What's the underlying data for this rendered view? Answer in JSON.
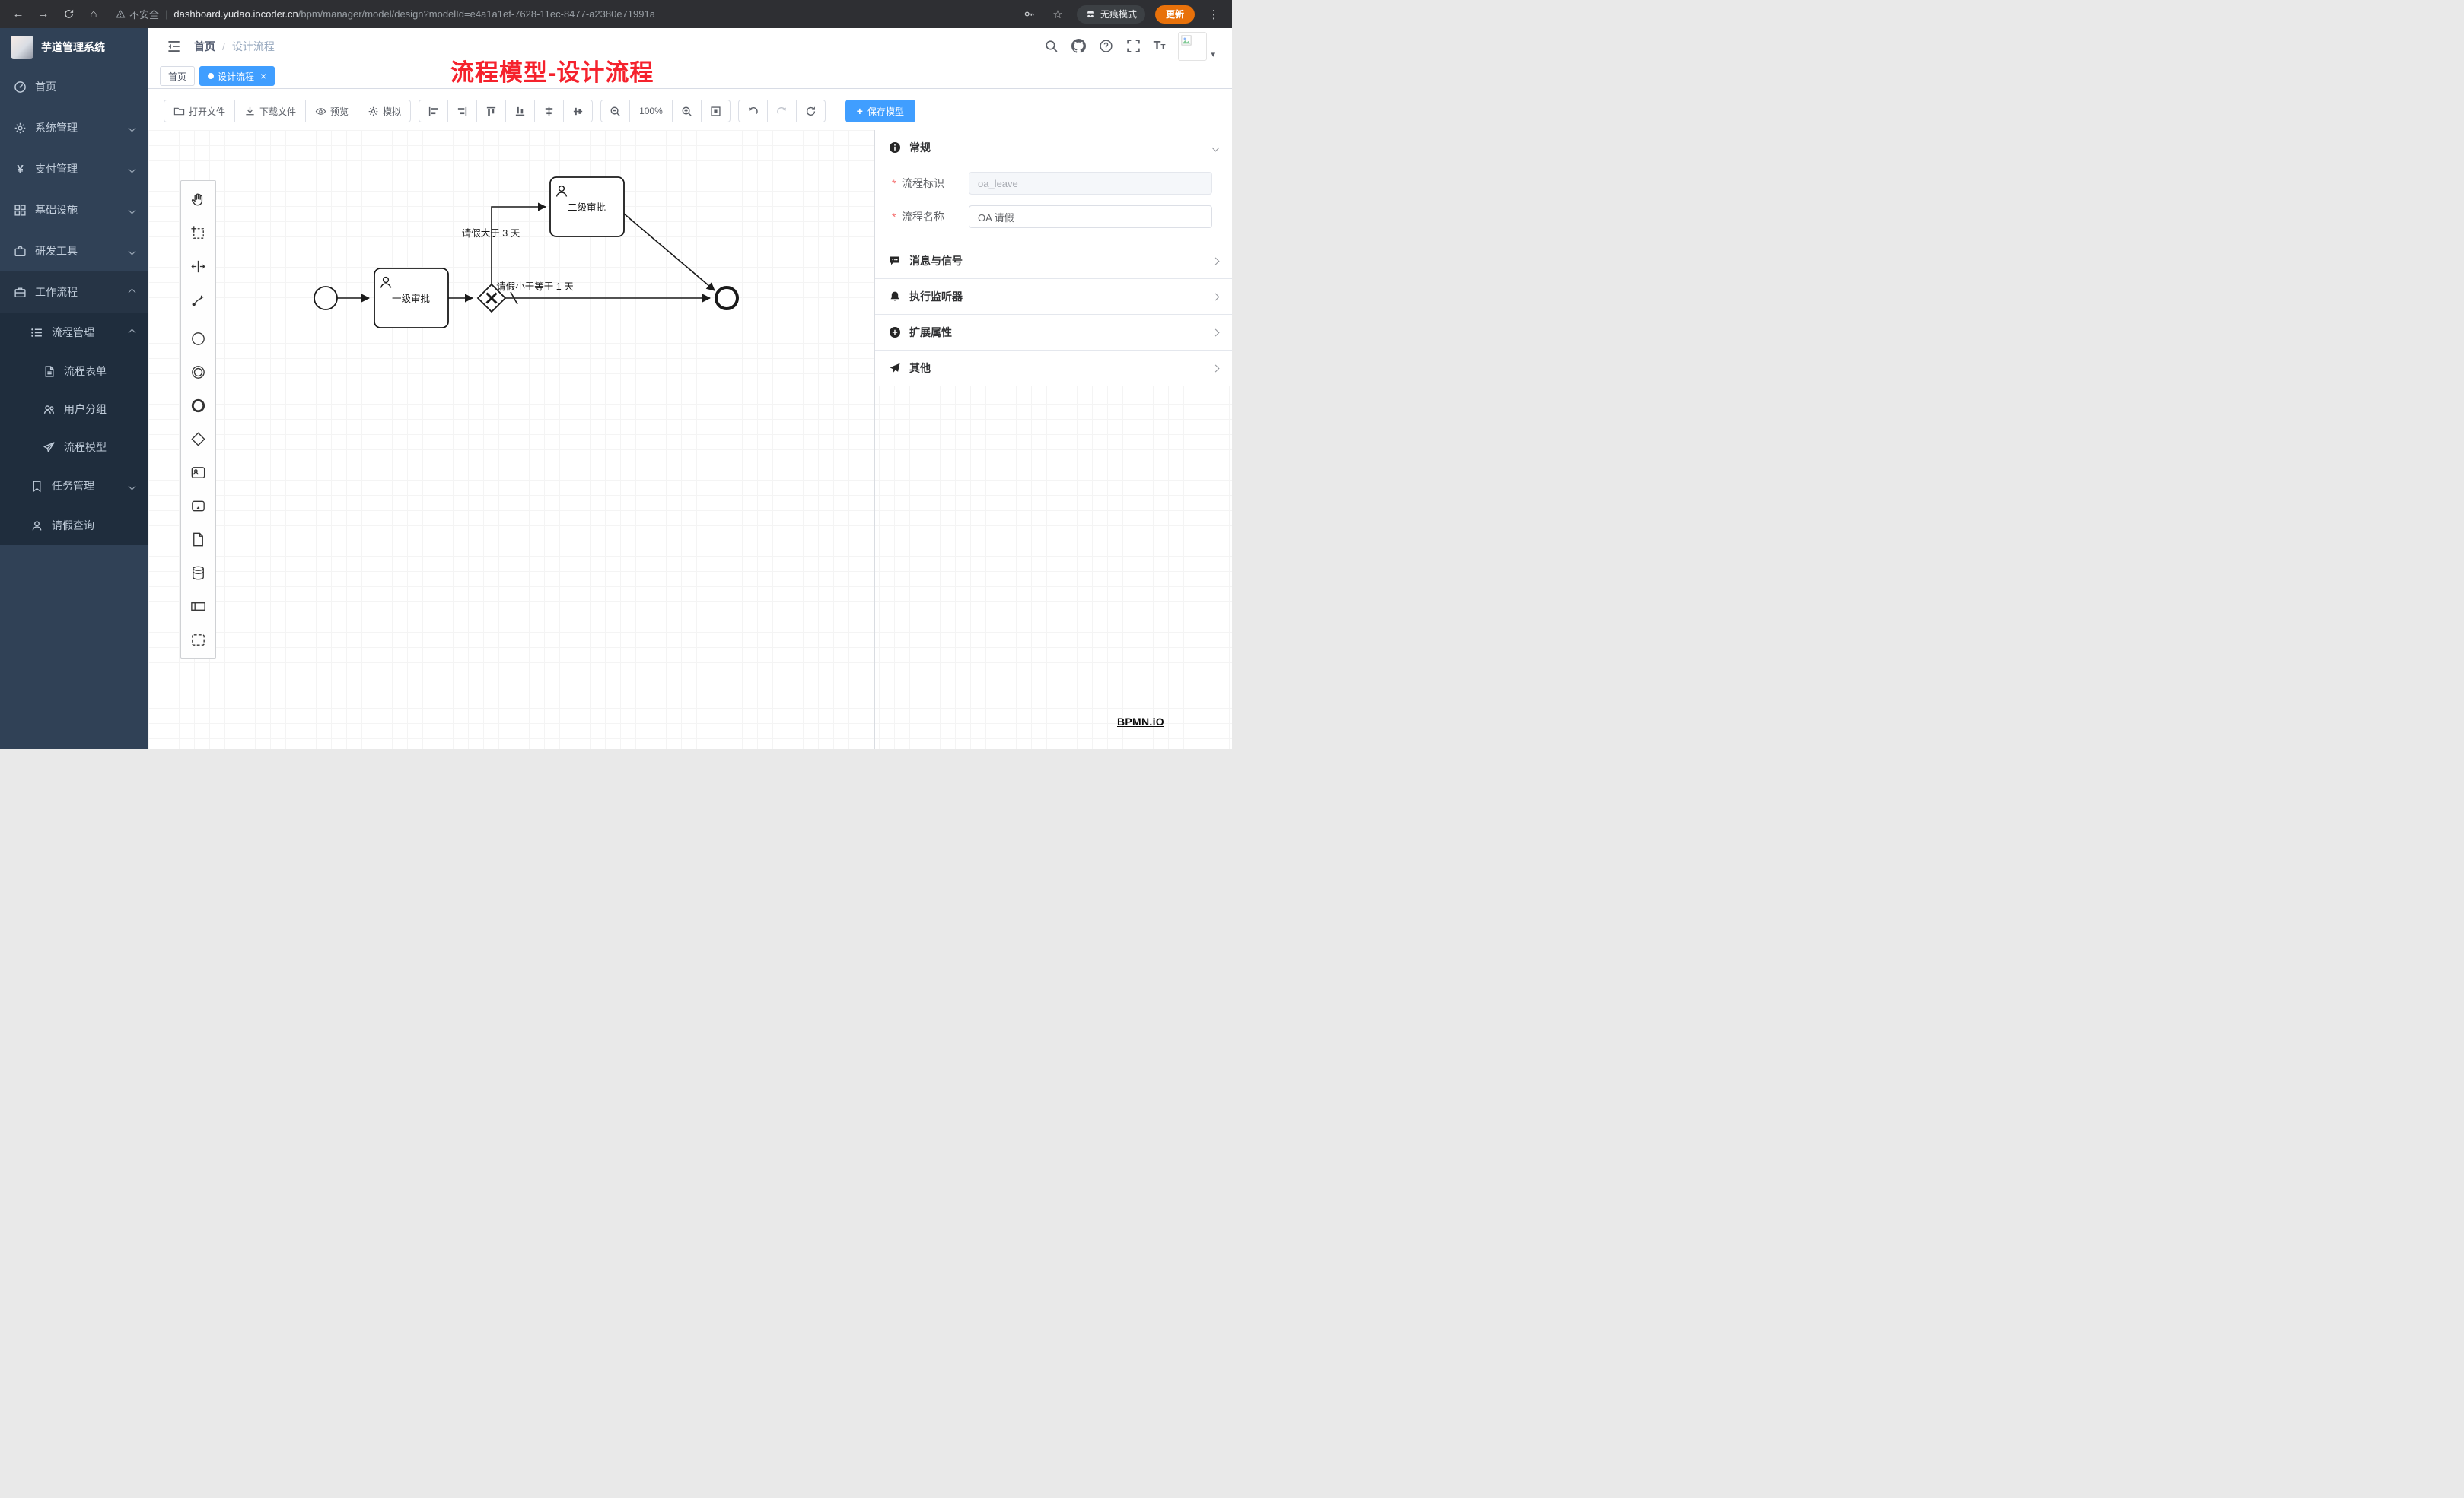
{
  "colors": {
    "accent": "#409eff",
    "red": "#f5222d",
    "update": "#e8710a"
  },
  "browser": {
    "security_label": "不安全",
    "url_domain": "dashboard.yudao.iocoder.cn",
    "url_path": "/bpm/manager/model/design?modelId=e4a1a1ef-7628-11ec-8477-a2380e71991a",
    "incognito_label": "无痕模式",
    "update_label": "更新"
  },
  "annotation": {
    "text": "流程模型-设计流程"
  },
  "sidebar": {
    "title": "芋道管理系统",
    "items": [
      {
        "label": "首页"
      },
      {
        "label": "系统管理"
      },
      {
        "label": "支付管理"
      },
      {
        "label": "基础设施"
      },
      {
        "label": "研发工具"
      },
      {
        "label": "工作流程"
      }
    ],
    "submenu": {
      "items": [
        {
          "label": "流程管理"
        },
        {
          "label": "任务管理"
        },
        {
          "label": "请假查询"
        }
      ],
      "process_children": [
        {
          "label": "流程表单"
        },
        {
          "label": "用户分组"
        },
        {
          "label": "流程模型"
        }
      ]
    }
  },
  "header": {
    "breadcrumb": [
      "首页",
      "设计流程"
    ]
  },
  "tabs": [
    {
      "label": "首页",
      "active": false
    },
    {
      "label": "设计流程",
      "active": true
    }
  ],
  "toolbar": {
    "open_file": "打开文件",
    "download_file": "下载文件",
    "preview": "预览",
    "simulate": "模拟",
    "zoom_level": "100%",
    "save_model": "保存模型",
    "align_icons": [
      "align-left",
      "align-right",
      "align-top",
      "align-bottom",
      "align-horizontal-center",
      "align-vertical-center"
    ],
    "history_icons": [
      "undo",
      "redo",
      "refresh"
    ]
  },
  "palette": {
    "tools": [
      "hand-tool",
      "lasso-tool",
      "space-tool",
      "global-connect-tool"
    ],
    "elements": [
      "start-event",
      "intermediate-event",
      "end-event",
      "gateway",
      "user-task",
      "call-activity",
      "data-object",
      "data-store",
      "participant",
      "group"
    ]
  },
  "diagram": {
    "nodes": [
      {
        "type": "startEvent"
      },
      {
        "type": "userTask",
        "label": "一级审批"
      },
      {
        "type": "exclusiveGateway"
      },
      {
        "type": "userTask",
        "label": "二级审批"
      },
      {
        "type": "endEvent"
      }
    ],
    "flows": [
      {
        "from": "start",
        "to": "task1"
      },
      {
        "from": "task1",
        "to": "gateway"
      },
      {
        "from": "gateway",
        "to": "task2",
        "label": "请假大于 3 天"
      },
      {
        "from": "gateway",
        "to": "end",
        "label": "请假小于等于 1 天",
        "default": true
      },
      {
        "from": "task2",
        "to": "end"
      }
    ],
    "watermark": "BPMN.iO"
  },
  "panel": {
    "sections": [
      {
        "title": "常规",
        "icon": "info-icon",
        "expanded": true
      },
      {
        "title": "消息与信号",
        "icon": "message-icon"
      },
      {
        "title": "执行监听器",
        "icon": "bell-icon"
      },
      {
        "title": "扩展属性",
        "icon": "plus-circle-icon"
      },
      {
        "title": "其他",
        "icon": "send-icon"
      }
    ],
    "fields": [
      {
        "label": "流程标识",
        "value": "oa_leave",
        "required": true,
        "disabled": true
      },
      {
        "label": "流程名称",
        "value": "OA 请假",
        "required": true,
        "disabled": false
      }
    ]
  }
}
